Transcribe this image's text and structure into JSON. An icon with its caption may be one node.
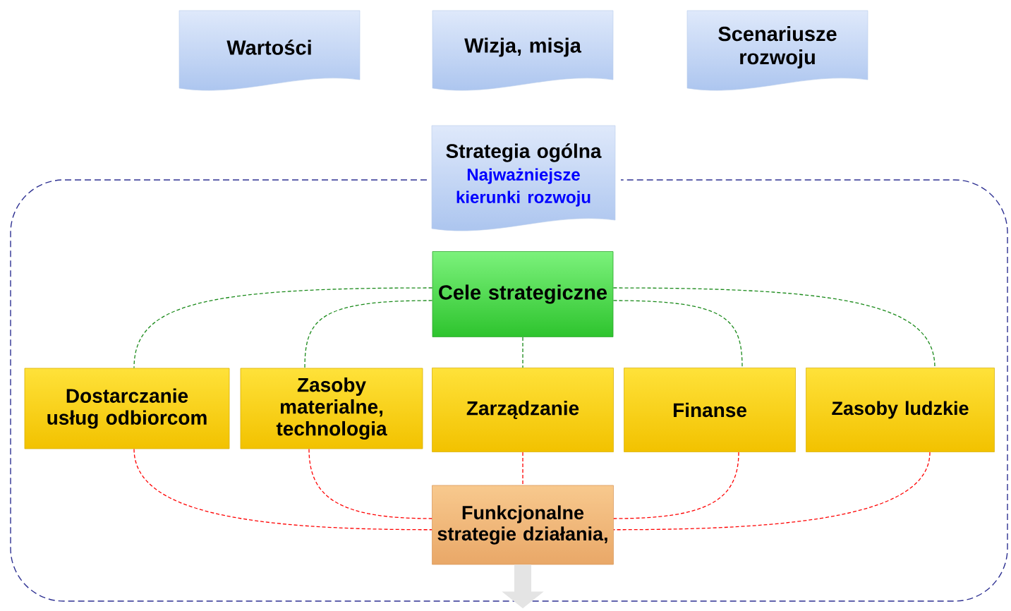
{
  "diagram": {
    "nodes": [
      {
        "text": [
          "Wartości"
        ]
      },
      {
        "text": [
          "Wizja, misja"
        ]
      },
      {
        "text": [
          "Scenariusze rozwoju"
        ]
      },
      {
        "text": [
          "Strategia ogólna",
          "Najważniejsze kierunki rozwoju"
        ]
      },
      {
        "text": [
          "Cele strategiczne"
        ]
      },
      {
        "text": [
          "Dostarczanie usług odbiorcom"
        ]
      },
      {
        "text": [
          "Zasoby materialne, technologia"
        ]
      },
      {
        "text": [
          "Zarządzanie"
        ]
      },
      {
        "text": [
          "Finanse"
        ]
      },
      {
        "text": [
          "Zasoby ludzkie"
        ]
      },
      {
        "text": [
          "Funkcjonalne strategie działania,"
        ]
      }
    ],
    "edges": [
      {
        "from": 4,
        "to": 5,
        "arrow": "none",
        "style": "dashed",
        "color": "#1a8a1a"
      },
      {
        "from": 4,
        "to": 6,
        "arrow": "none",
        "style": "dashed",
        "color": "#1a8a1a"
      },
      {
        "from": 4,
        "to": 7,
        "arrow": "none",
        "style": "dashed",
        "color": "#1a8a1a"
      },
      {
        "from": 4,
        "to": 8,
        "arrow": "none",
        "style": "dashed",
        "color": "#1a8a1a"
      },
      {
        "from": 4,
        "to": 9,
        "arrow": "none",
        "style": "dashed",
        "color": "#1a8a1a"
      },
      {
        "from": 5,
        "to": 10,
        "arrow": "none",
        "style": "dashed",
        "color": "#ff0000"
      },
      {
        "from": 6,
        "to": 10,
        "arrow": "none",
        "style": "dashed",
        "color": "#ff0000"
      },
      {
        "from": 7,
        "to": 10,
        "arrow": "none",
        "style": "dashed",
        "color": "#ff0000"
      },
      {
        "from": 8,
        "to": 10,
        "arrow": "none",
        "style": "dashed",
        "color": "#ff0000"
      },
      {
        "from": 9,
        "to": 10,
        "arrow": "none",
        "style": "dashed",
        "color": "#ff0000"
      },
      {
        "from": 10,
        "to": null,
        "arrow": "to",
        "style": "thick",
        "color": "#e4e4e4"
      }
    ]
  }
}
